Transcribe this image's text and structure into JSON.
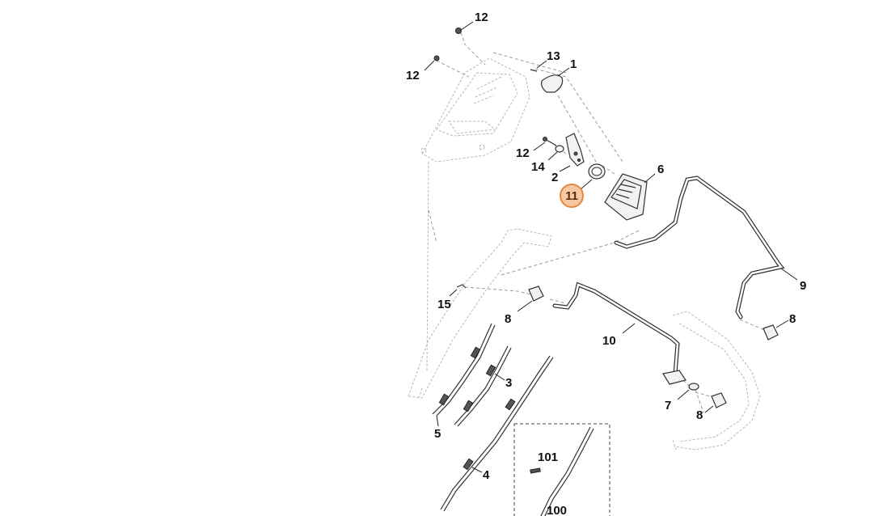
{
  "callouts": [
    {
      "key": "c12a",
      "text": "12"
    },
    {
      "key": "c12b",
      "text": "12"
    },
    {
      "key": "c13",
      "text": "13"
    },
    {
      "key": "c1",
      "text": "1"
    },
    {
      "key": "c12c",
      "text": "12"
    },
    {
      "key": "c14",
      "text": "14"
    },
    {
      "key": "c2",
      "text": "2"
    },
    {
      "key": "c11",
      "text": "11",
      "highlighted": true
    },
    {
      "key": "c6",
      "text": "6"
    },
    {
      "key": "c9",
      "text": "9"
    },
    {
      "key": "c15",
      "text": "15"
    },
    {
      "key": "c8a",
      "text": "8"
    },
    {
      "key": "c10",
      "text": "10"
    },
    {
      "key": "c8b",
      "text": "8"
    },
    {
      "key": "c3",
      "text": "3"
    },
    {
      "key": "c7",
      "text": "7"
    },
    {
      "key": "c8c",
      "text": "8"
    },
    {
      "key": "c5",
      "text": "5"
    },
    {
      "key": "c4",
      "text": "4"
    },
    {
      "key": "c101",
      "text": "101"
    },
    {
      "key": "c100",
      "text": "100"
    }
  ],
  "colors": {
    "highlight_fill": "#f6c9a4",
    "highlight_stroke": "#e8873b",
    "line": "#333333",
    "ghost": "#b8b8b8"
  }
}
